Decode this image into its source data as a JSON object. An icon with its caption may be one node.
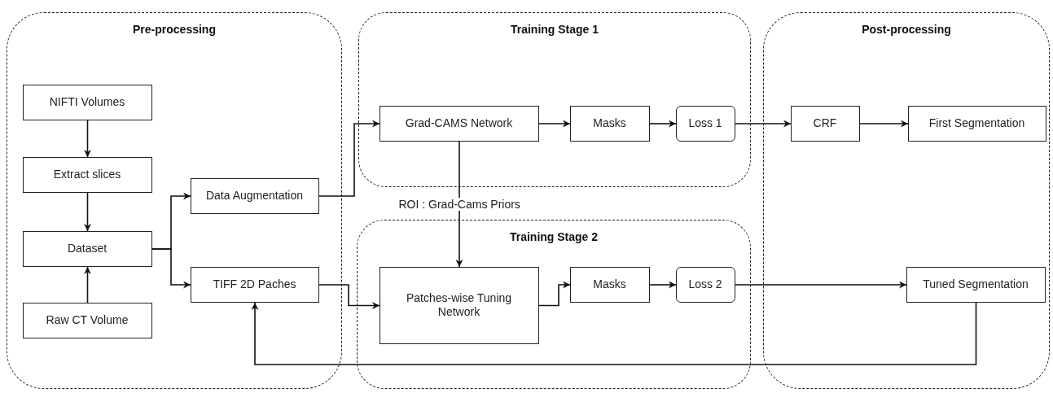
{
  "diagram": {
    "nodes": [
      {
        "text": [
          "Pre-processing"
        ]
      },
      {
        "text": [
          "NIFTI Volumes"
        ],
        "in": 0
      },
      {
        "text": [
          "Extract slices"
        ],
        "in": 0
      },
      {
        "text": [
          "Dataset"
        ],
        "in": 0
      },
      {
        "text": [
          "Raw CT Volume"
        ],
        "in": 0
      },
      {
        "text": [
          "Data Augmentation"
        ],
        "in": 0
      },
      {
        "text": [
          "TIFF 2D Paches"
        ],
        "in": 0
      },
      {
        "text": [
          "Training Stage 1"
        ]
      },
      {
        "text": [
          "Grad-CAMS Network"
        ],
        "in": 7
      },
      {
        "text": [
          "Masks"
        ],
        "in": 7
      },
      {
        "text": [
          "Loss 1"
        ],
        "in": 7
      },
      {
        "text": [
          "Training Stage 2"
        ]
      },
      {
        "text": [
          "Patches-wise Tuning Network"
        ],
        "in": 11
      },
      {
        "text": [
          "Masks"
        ],
        "in": 11
      },
      {
        "text": [
          "Loss 2"
        ],
        "in": 11
      },
      {
        "text": [
          "Post-processing"
        ]
      },
      {
        "text": [
          "CRF"
        ],
        "in": 15
      },
      {
        "text": [
          "First Segmentation"
        ],
        "in": 15
      },
      {
        "text": [
          "Tuned Segmentation"
        ],
        "in": 15
      }
    ],
    "edges": [
      {
        "from": 1,
        "to": 2,
        "arrow": "to"
      },
      {
        "from": 2,
        "to": 3,
        "arrow": "to"
      },
      {
        "from": 4,
        "to": 3,
        "arrow": "to"
      },
      {
        "from": 3,
        "to": 5,
        "arrow": "to"
      },
      {
        "from": 3,
        "to": 6,
        "arrow": "to"
      },
      {
        "from": 5,
        "to": 8,
        "arrow": "to"
      },
      {
        "from": 6,
        "to": 12,
        "arrow": "to"
      },
      {
        "from": 8,
        "to": 12,
        "arrow": "to",
        "label": "ROI : Grad-Cams Priors"
      },
      {
        "from": 8,
        "to": 9,
        "arrow": "to"
      },
      {
        "from": 9,
        "to": 10,
        "arrow": "to"
      },
      {
        "from": 10,
        "to": 16,
        "arrow": "to"
      },
      {
        "from": 16,
        "to": 17,
        "arrow": "to"
      },
      {
        "from": 12,
        "to": 13,
        "arrow": "to"
      },
      {
        "from": 13,
        "to": 14,
        "arrow": "to"
      },
      {
        "from": 14,
        "to": 18,
        "arrow": "to"
      },
      {
        "from": 18,
        "to": 6,
        "arrow": "to"
      }
    ]
  }
}
